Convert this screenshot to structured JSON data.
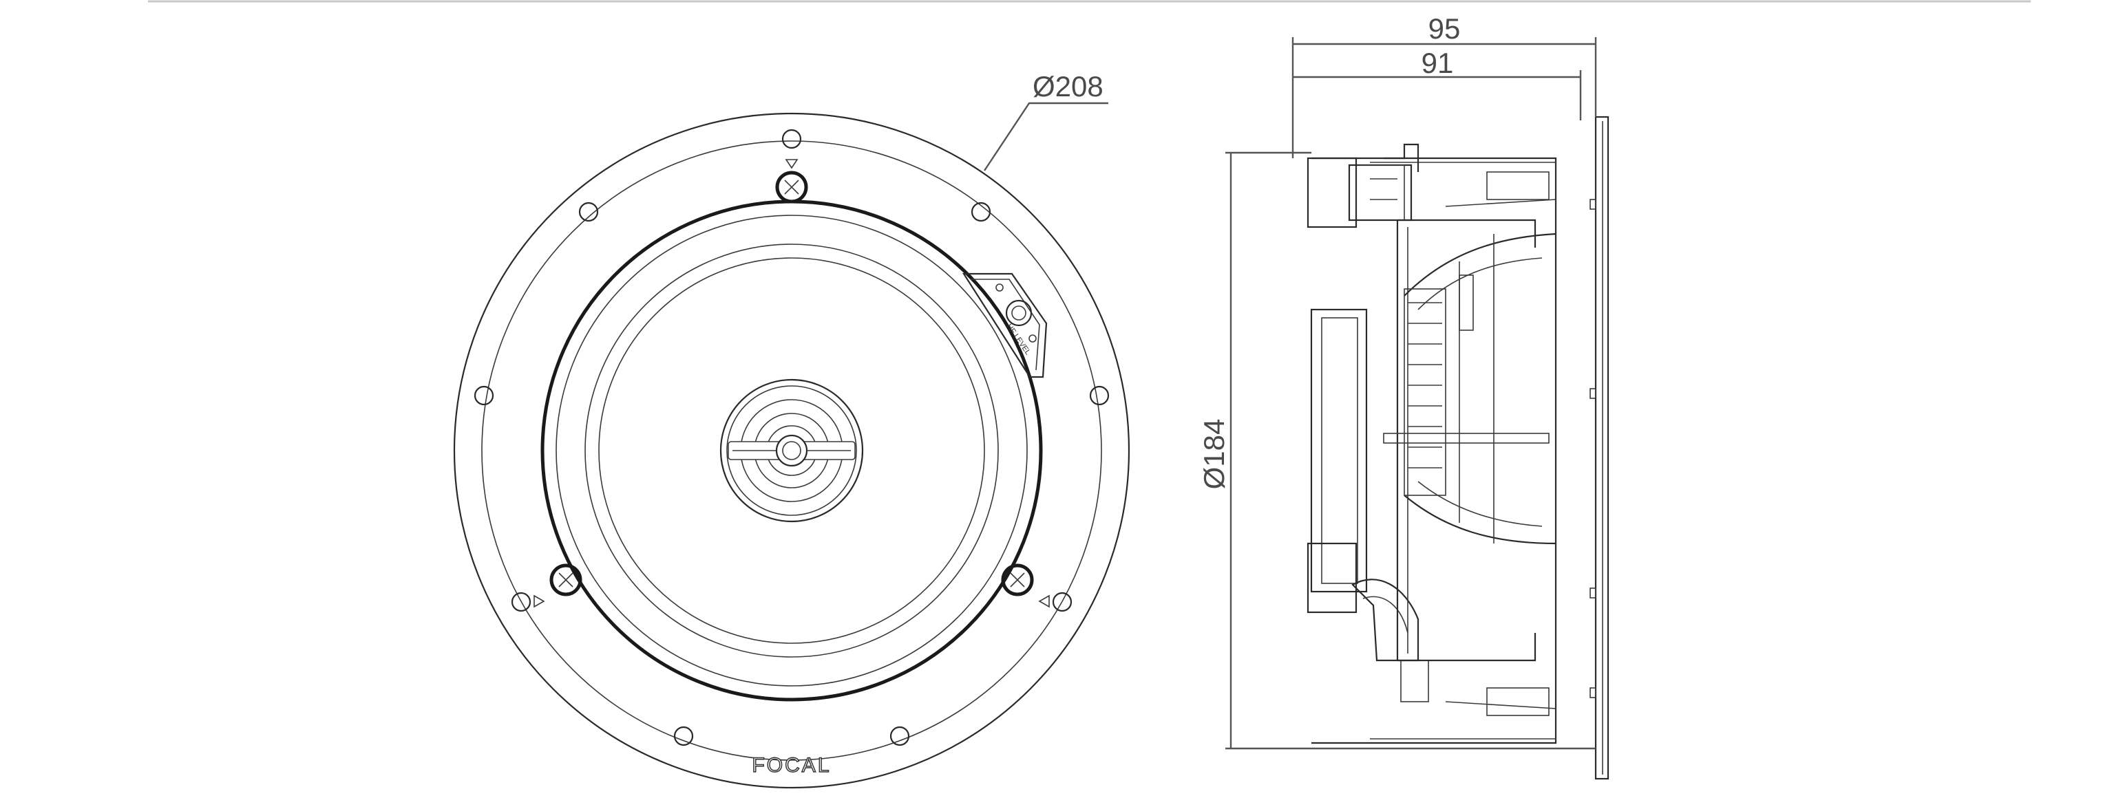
{
  "dimensions": {
    "outer_diameter": "Ø208",
    "cutout_diameter": "Ø184",
    "total_depth": "95",
    "mount_depth": "91"
  },
  "brand": "FOCAL",
  "control_label": "HF LEVEL"
}
